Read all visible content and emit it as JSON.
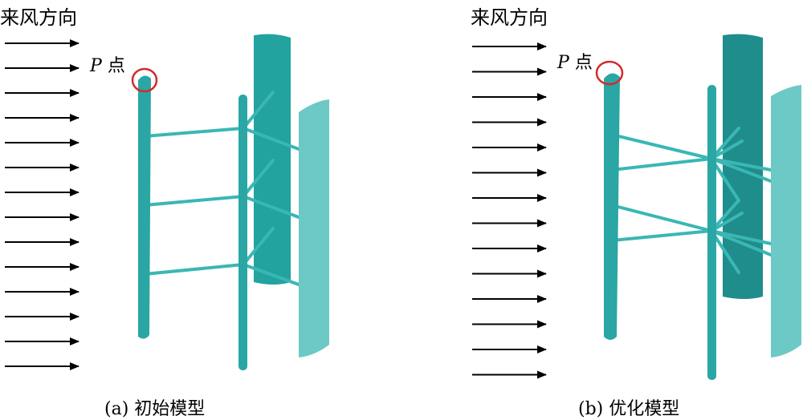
{
  "panel_a": {
    "wind_label": "来风方向",
    "p_label_letter": "P",
    "p_label_word": "点",
    "caption": "(a) 初始模型"
  },
  "panel_b": {
    "wind_label": "来风方向",
    "p_label_letter": "P",
    "p_label_word": "点",
    "caption": "(b) 优化模型"
  },
  "colors": {
    "blade": "#2aa6a4",
    "blade_dark": "#1f8d8b",
    "blade_light": "#62c6c4",
    "marker": "#d42a2a",
    "arrow": "#000000"
  }
}
